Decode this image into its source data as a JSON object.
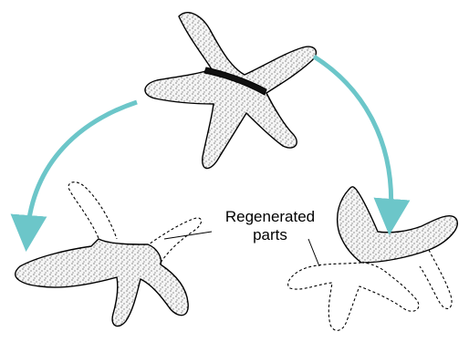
{
  "diagram": {
    "label_line1": "Regenerated",
    "label_line2": "parts"
  },
  "colors": {
    "arrow": "#6cc6c9",
    "ink": "#000000",
    "body_fill": "#f4f4f4"
  },
  "icons": [
    "starfish-whole",
    "starfish-regenerating-left",
    "starfish-regenerating-right",
    "curved-arrow"
  ]
}
